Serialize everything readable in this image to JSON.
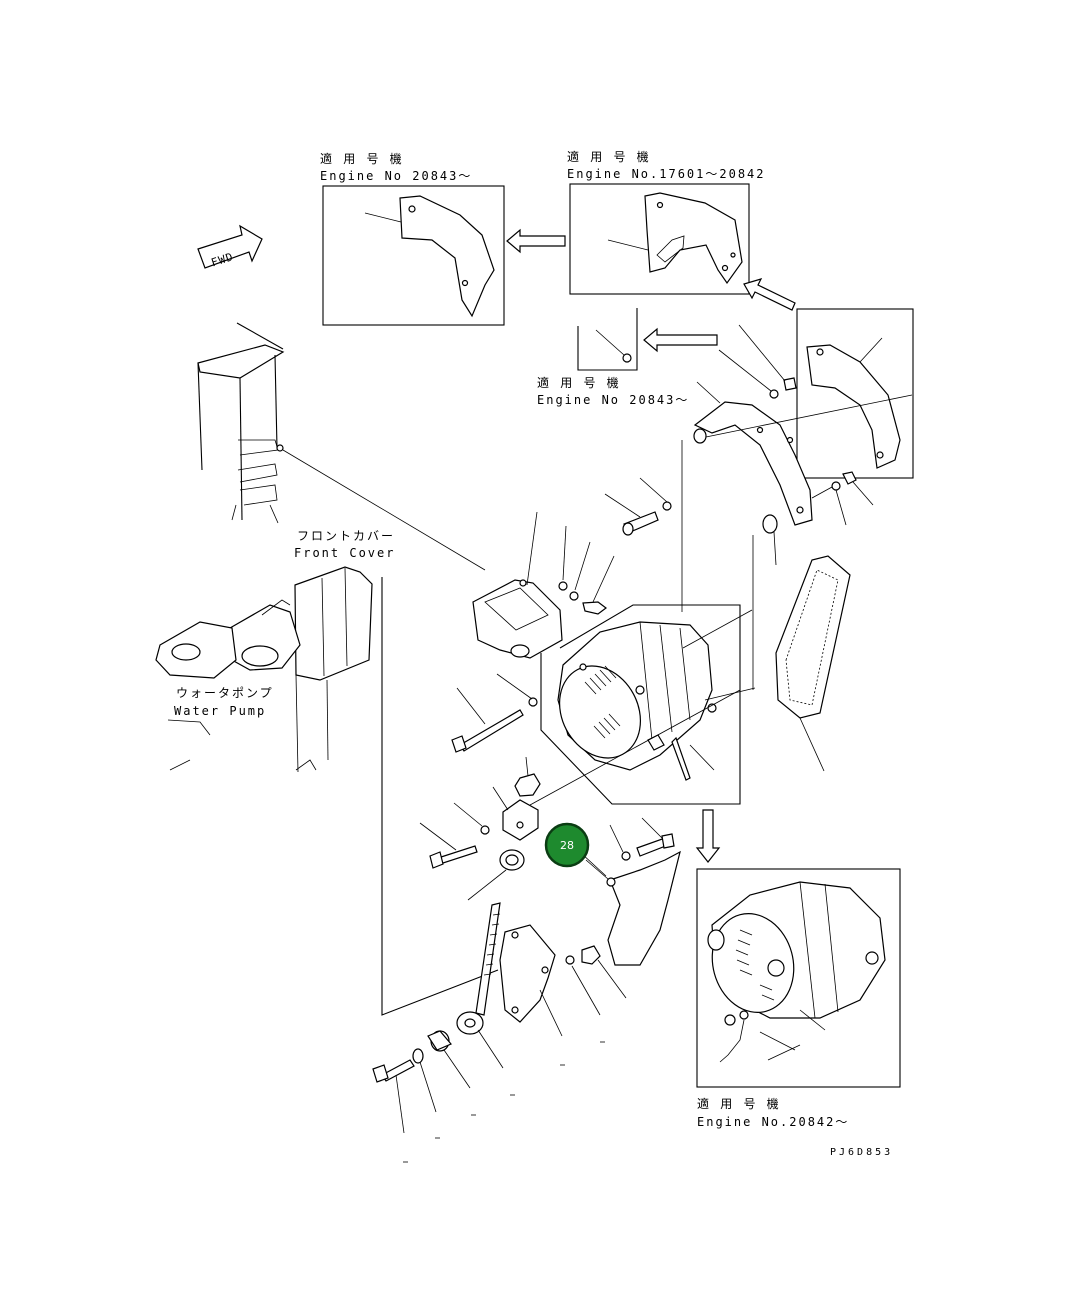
{
  "labels": {
    "applicable_1": "適 用 号 機",
    "engine_1": "Engine No 20843〜",
    "applicable_2": "適 用 号 機",
    "engine_2": "Engine No.17601〜20842",
    "applicable_3": "適 用 号 機",
    "engine_3": "Engine No 20843〜",
    "front_cover_jp": "フロントカバー",
    "front_cover_en": "Front Cover",
    "water_pump_jp": "ウォータポンプ",
    "water_pump_en": "Water Pump",
    "fwd": "FWD",
    "applicable_4": "適 用 号 機",
    "engine_4": "Engine No.20842〜",
    "drawing_code": "PJ6D853"
  },
  "callout": {
    "number": "28",
    "color": "#1e8a2e"
  }
}
